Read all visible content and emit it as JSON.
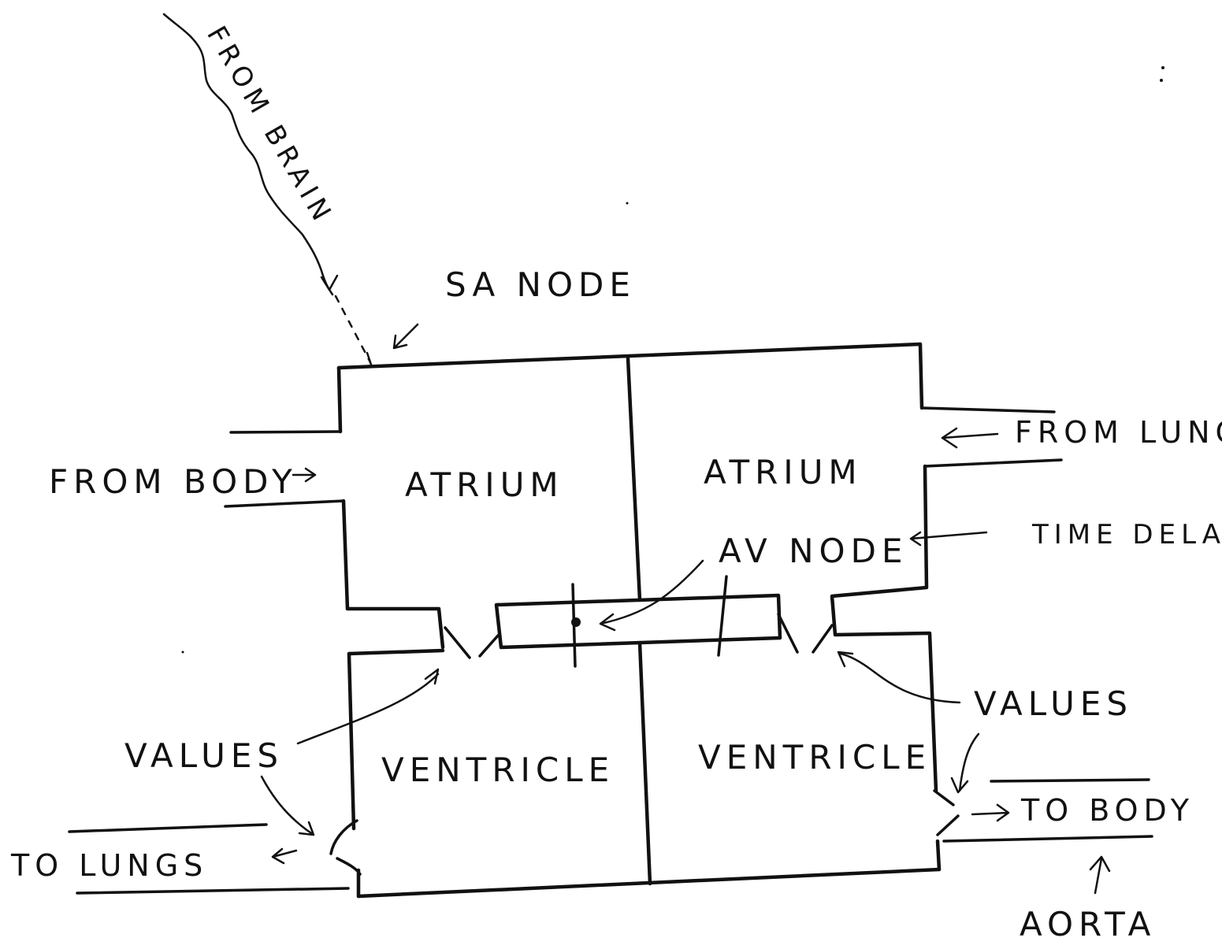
{
  "labels": {
    "from_brain": "FROM BRAIN",
    "sa_node": "SA NODE",
    "from_body": "FROM BODY",
    "from_lungs": "FROM LUNG",
    "time_delay": "TIME DELA",
    "atrium_left": "ATRIUM",
    "atrium_right": "ATRIUM",
    "av_node": "AV NODE",
    "values_left": "VALUES",
    "values_right": "VALUES",
    "ventricle_left": "VENTRICLE",
    "ventricle_right": "VENTRICLE",
    "to_lungs": "TO LUNGS",
    "to_body": "TO BODY",
    "aorta": "AORTA"
  },
  "colors": {
    "ink": "#111111",
    "paper": "#ffffff"
  }
}
